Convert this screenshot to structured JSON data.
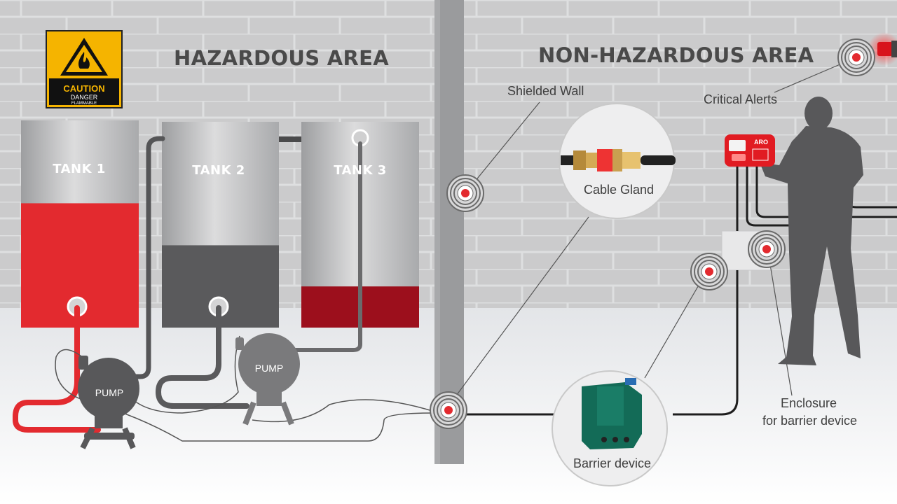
{
  "areas": {
    "hazardous": "HAZARDOUS AREA",
    "non_hazardous": "NON-HAZARDOUS AREA"
  },
  "caution_sign": {
    "title": "CAUTION",
    "line1": "DANGER",
    "line2": "FLAMMABLE"
  },
  "tanks": [
    {
      "label": "TANK 1",
      "fill_level": 0.6,
      "fluid_color": "#e32a2f"
    },
    {
      "label": "TANK 2",
      "fill_level": 0.4,
      "fluid_color": "#5a5a5c"
    },
    {
      "label": "TANK 3",
      "fill_level": 0.2,
      "fluid_color": "#9c0f1c"
    }
  ],
  "pumps": [
    "PUMP",
    "PUMP"
  ],
  "callouts": {
    "shielded_wall": "Shielded Wall",
    "cable_gland": "Cable Gland",
    "critical_alerts": "Critical Alerts",
    "barrier_device": "Barrier device",
    "enclosure_line1": "Enclosure",
    "enclosure_line2": "for barrier device"
  },
  "controller_badge": "ARO",
  "colors": {
    "accent_red": "#e32a2f",
    "wall": "#cbcbcc",
    "brick_line": "#dcdcdd",
    "floor": "#ecedef",
    "pillar": "#9a9b9d",
    "silhouette": "#58585a"
  }
}
